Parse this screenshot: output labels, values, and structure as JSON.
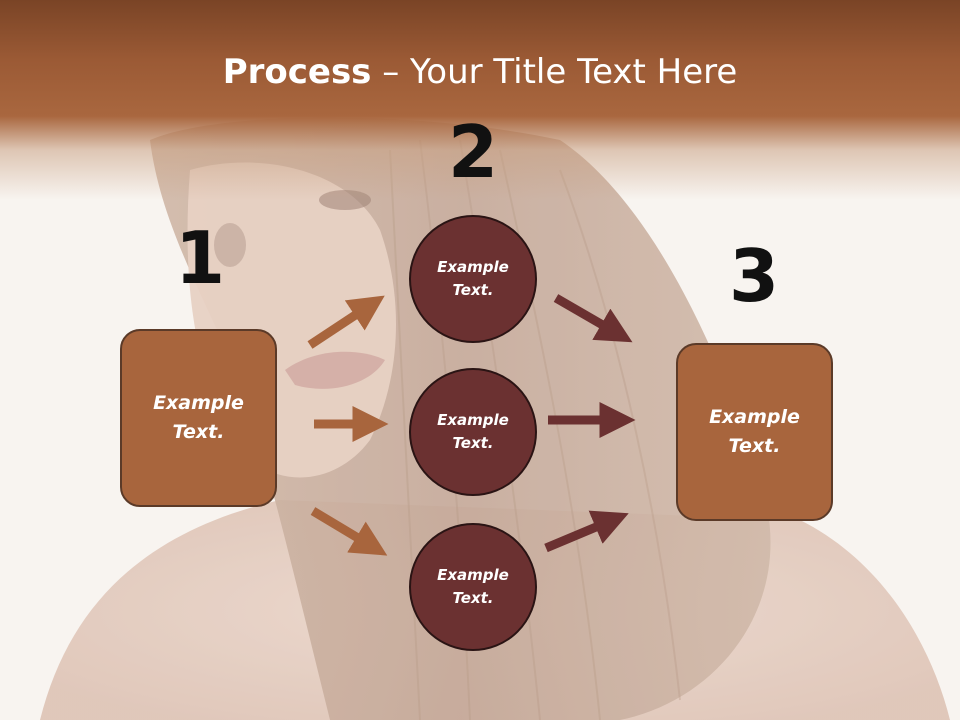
{
  "header": {
    "title_bold": "Process",
    "title_rest": " – Your Title Text Here"
  },
  "steps": {
    "one": "1",
    "two": "2",
    "three": "3"
  },
  "nodes": {
    "start": "Example Text.",
    "mid_top": "Example Text.",
    "mid_middle": "Example Text.",
    "mid_bottom": "Example Text.",
    "end": "Example Text."
  },
  "colors": {
    "header": "#a9673f",
    "box_fill": "#a8653d",
    "circle_fill": "#6b3131",
    "arrow_left": "#a8653d",
    "arrow_right": "#6b3131"
  }
}
